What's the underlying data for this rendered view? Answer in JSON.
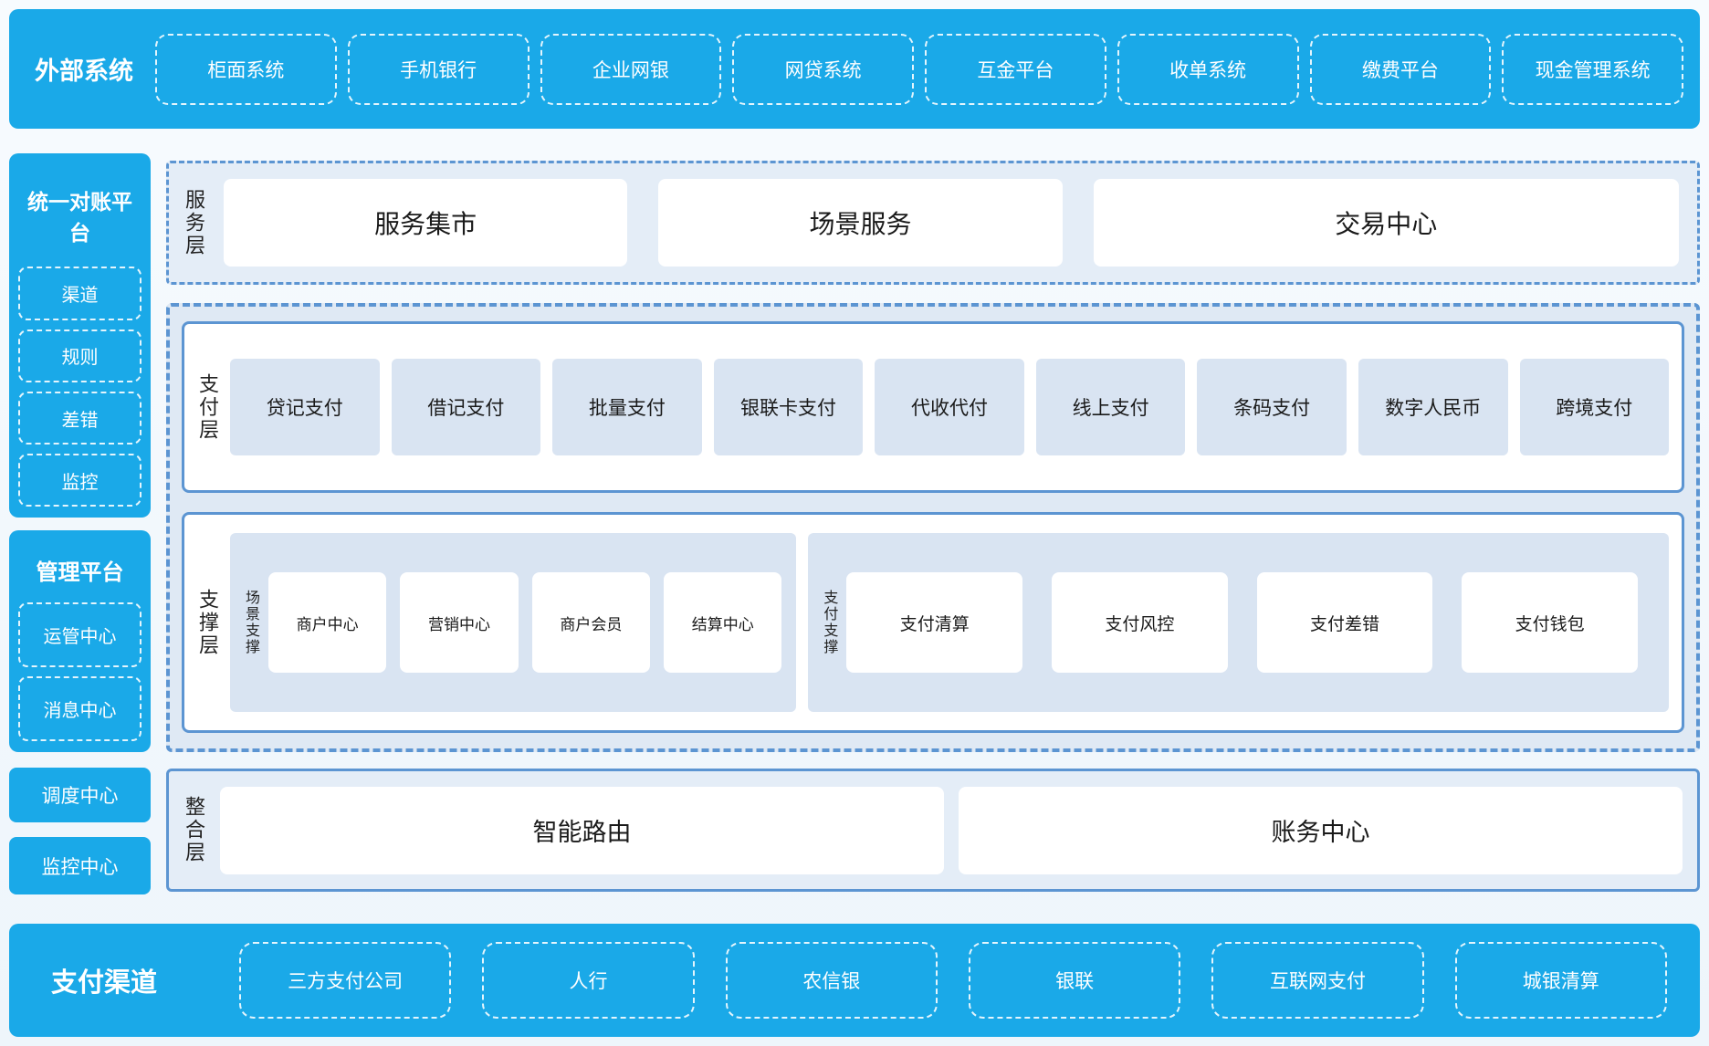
{
  "colors": {
    "cyan": "#1aa9e8",
    "border_blue": "#5c95d2",
    "panel_fill": "#dfe9f4",
    "item_fill": "#d9e4f2",
    "light_fill": "#e4edf7"
  },
  "top_bar": {
    "title": "外部系统",
    "items": [
      "柜面系统",
      "手机银行",
      "企业网银",
      "网贷系统",
      "互金平台",
      "收单系统",
      "缴费平台",
      "现金管理系统"
    ]
  },
  "sidebar": {
    "recon": {
      "title": "统一对账平台",
      "items": [
        "渠道",
        "规则",
        "差错",
        "监控"
      ]
    },
    "mgmt": {
      "title": "管理平台",
      "items": [
        "运管中心",
        "消息中心"
      ]
    },
    "solo": [
      "调度中心",
      "监控中心"
    ]
  },
  "layers": {
    "service": {
      "label": "服务层",
      "items": [
        "服务集市",
        "场景服务",
        "交易中心"
      ]
    },
    "payment": {
      "label": "支付层",
      "items": [
        "贷记支付",
        "借记支付",
        "批量支付",
        "银联卡支付",
        "代收代付",
        "线上支付",
        "条码支付",
        "数字人民币",
        "跨境支付"
      ]
    },
    "support": {
      "label": "支撑层",
      "groups": [
        {
          "label": "场景支撑",
          "items": [
            "商户中心",
            "营销中心",
            "商户会员",
            "结算中心"
          ]
        },
        {
          "label": "支付支撑",
          "items": [
            "支付清算",
            "支付风控",
            "支付差错",
            "支付钱包"
          ]
        }
      ]
    },
    "integration": {
      "label": "整合层",
      "items": [
        "智能路由",
        "账务中心"
      ]
    }
  },
  "bottom_bar": {
    "title": "支付渠道",
    "items": [
      "三方支付公司",
      "人行",
      "农信银",
      "银联",
      "互联网支付",
      "城银清算"
    ]
  }
}
